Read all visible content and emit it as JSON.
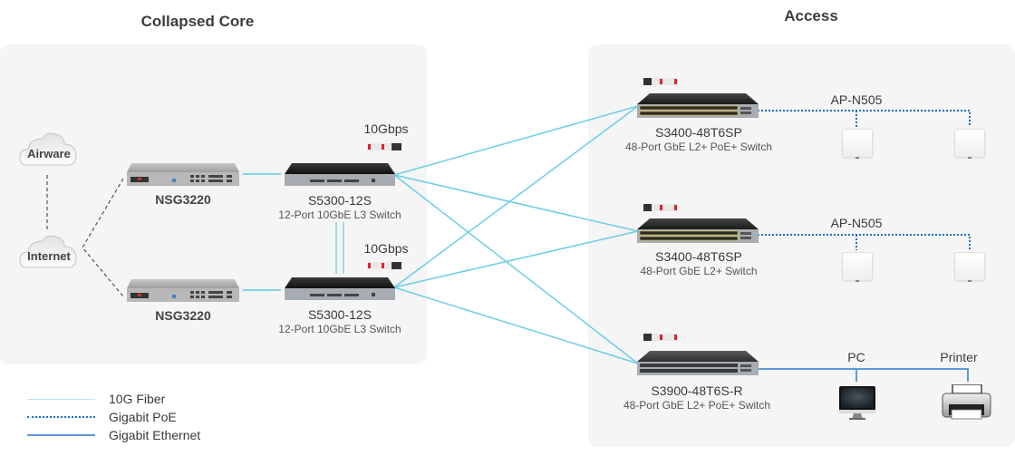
{
  "zones": {
    "core": {
      "title": "Collapsed Core"
    },
    "access": {
      "title": "Access"
    }
  },
  "clouds": [
    {
      "label": "Airware"
    },
    {
      "label": "Internet"
    }
  ],
  "core": {
    "firewalls": [
      {
        "name": "NSG3220"
      },
      {
        "name": "NSG3220"
      }
    ],
    "switches": [
      {
        "name": "S5300-12S",
        "desc": "12-Port 10GbE L3 Switch",
        "speed": "10Gbps"
      },
      {
        "name": "S5300-12S",
        "desc": "12-Port 10GbE L3 Switch",
        "speed": "10Gbps"
      }
    ]
  },
  "access": {
    "switches": [
      {
        "name": "S3400-48T6SP",
        "desc": "48-Port GbE L2+ PoE+ Switch",
        "ap_label": "AP-N505"
      },
      {
        "name": "S3400-48T6SP",
        "desc": "48-Port GbE L2+ Switch",
        "ap_label": "AP-N505"
      },
      {
        "name": "S3900-48T6S-R",
        "desc": "48-Port GbE L2+ PoE+ Switch"
      }
    ],
    "endpoints": {
      "pc": "PC",
      "printer": "Printer"
    }
  },
  "legend": [
    {
      "label": "10G Fiber",
      "style": "solid-light",
      "color": "#7fd3e6"
    },
    {
      "label": "Gigabit PoE",
      "style": "dotted",
      "color": "#1a6fc4"
    },
    {
      "label": "Gigabit Ethernet",
      "style": "solid",
      "color": "#5b9bd5"
    }
  ],
  "colors": {
    "fiber": "#6dcde3",
    "poe": "#1a6fc4",
    "ethernet": "#5b9bd5",
    "panel": "#f5f5f5"
  }
}
